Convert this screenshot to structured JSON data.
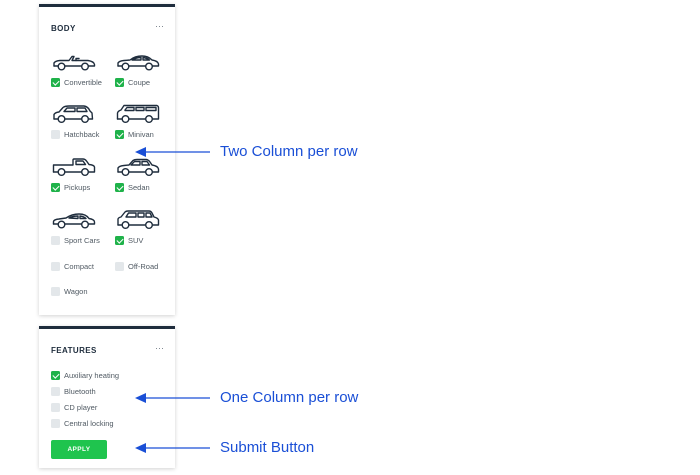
{
  "body_filter": {
    "title": "BODY",
    "more_label": "···",
    "items": [
      {
        "label": "Convertible",
        "checked": true,
        "icon": "convertible-car-icon"
      },
      {
        "label": "Coupe",
        "checked": true,
        "icon": "coupe-car-icon"
      },
      {
        "label": "Hatchback",
        "checked": false,
        "icon": "hatchback-car-icon"
      },
      {
        "label": "Minivan",
        "checked": true,
        "icon": "minivan-car-icon"
      },
      {
        "label": "Pickups",
        "checked": true,
        "icon": "pickup-truck-icon"
      },
      {
        "label": "Sedan",
        "checked": true,
        "icon": "sedan-car-icon"
      },
      {
        "label": "Sport Cars",
        "checked": false,
        "icon": "sport-car-icon"
      },
      {
        "label": "SUV",
        "checked": true,
        "icon": "suv-car-icon"
      },
      {
        "label": "Compact",
        "checked": false
      },
      {
        "label": "Off-Road",
        "checked": false
      },
      {
        "label": "Wagon",
        "checked": false
      }
    ]
  },
  "features_filter": {
    "title": "FEATURES",
    "more_label": "···",
    "items": [
      {
        "label": "Auxiliary heating",
        "checked": true
      },
      {
        "label": "Bluetooth",
        "checked": false
      },
      {
        "label": "CD player",
        "checked": false
      },
      {
        "label": "Central locking",
        "checked": false
      }
    ],
    "apply_label": "APPLY"
  },
  "annotations": {
    "two_column": "Two Column per row",
    "one_column": "One Column per row",
    "submit_button": "Submit Button"
  },
  "colors": {
    "panel_top_border": "#1f2d3d",
    "checkbox_checked": "#1fb24a",
    "checkbox_unchecked": "#e3e7ea",
    "apply_button": "#1fc44e",
    "annotation_blue": "#1a4fd6",
    "icon_color": "#1f2d3d"
  }
}
